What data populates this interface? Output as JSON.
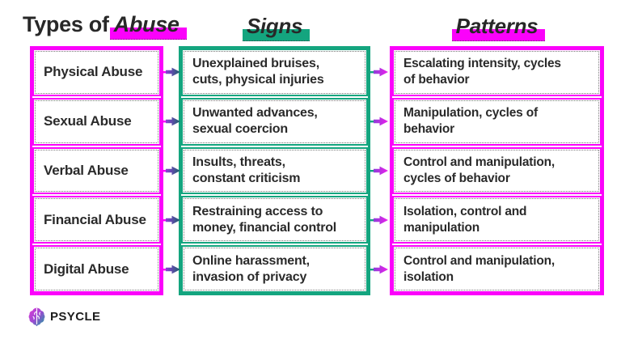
{
  "colors": {
    "magenta": "#fb02fb",
    "teal": "#14a57f",
    "ink": "#2b2b2b",
    "arrow_purple": "#8d3fd8",
    "arrow_teal_dark": "#1d5f6b",
    "arrow_magenta": "#ee1dee",
    "background": "#ffffff"
  },
  "header": {
    "title_prefix": "Types of",
    "title_highlight": "Abuse",
    "signs_label": "Signs",
    "patterns_label": "Patterns"
  },
  "table": {
    "types": [
      "Physical Abuse",
      "Sexual Abuse",
      "Verbal Abuse",
      "Financial Abuse",
      "Digital Abuse"
    ],
    "signs": [
      "Unexplained bruises,\ncuts, physical injuries",
      "Unwanted advances,\nsexual coercion",
      "Insults, threats,\nconstant criticism",
      "Restraining access to\nmoney, financial control",
      "Online harassment,\ninvasion of privacy"
    ],
    "patterns": [
      "Escalating intensity, cycles\nof behavior",
      "Manipulation, cycles of\nbehavior",
      "Control and manipulation,\ncycles of behavior",
      "Isolation, control and\nmanipulation",
      "Control and manipulation,\nisolation"
    ]
  },
  "logo": {
    "brand": "PSYCLE",
    "icon": "brain-icon"
  }
}
